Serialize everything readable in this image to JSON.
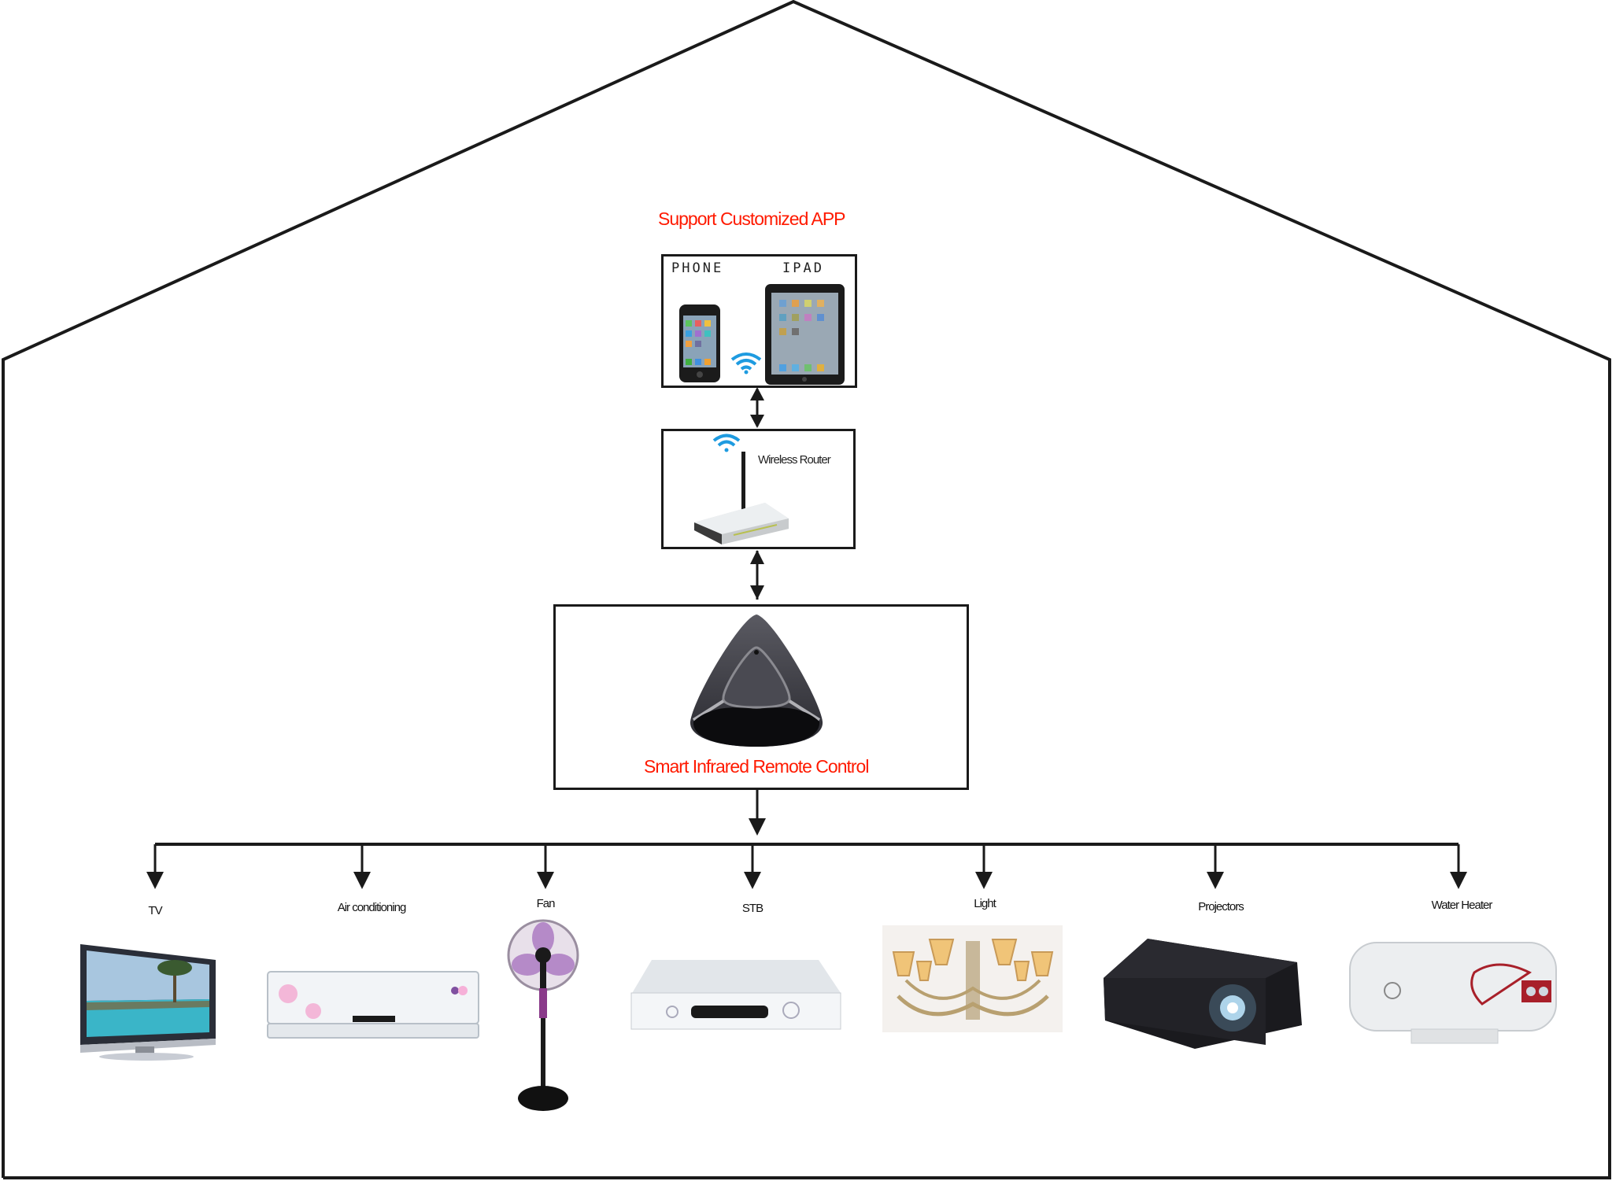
{
  "title": "Smart Infrared Remote Control Home Network Diagram",
  "app_box": {
    "heading": "Support Customized APP",
    "phone_label": "PHONE",
    "ipad_label": "IPAD"
  },
  "router_box": {
    "label": "Wireless Router"
  },
  "remote_box": {
    "label": "Smart Infrared Remote Control"
  },
  "connections": [
    {
      "from": "app",
      "to": "router",
      "direction": "bidirectional"
    },
    {
      "from": "router",
      "to": "remote",
      "direction": "bidirectional"
    },
    {
      "from": "remote",
      "to": "devices",
      "direction": "one-way"
    }
  ],
  "devices": [
    {
      "label": "TV",
      "icon": "tv-icon"
    },
    {
      "label": "Air conditioning",
      "icon": "air-conditioner-icon"
    },
    {
      "label": "Fan",
      "icon": "fan-icon"
    },
    {
      "label": "STB",
      "icon": "set-top-box-icon"
    },
    {
      "label": "Light",
      "icon": "chandelier-icon"
    },
    {
      "label": "Projectors",
      "icon": "projector-icon"
    },
    {
      "label": "Water Heater",
      "icon": "water-heater-icon"
    }
  ],
  "colors": {
    "accent_red": "#ff1a00",
    "line": "#1a1a1a",
    "wifi_blue": "#1e9be0"
  }
}
